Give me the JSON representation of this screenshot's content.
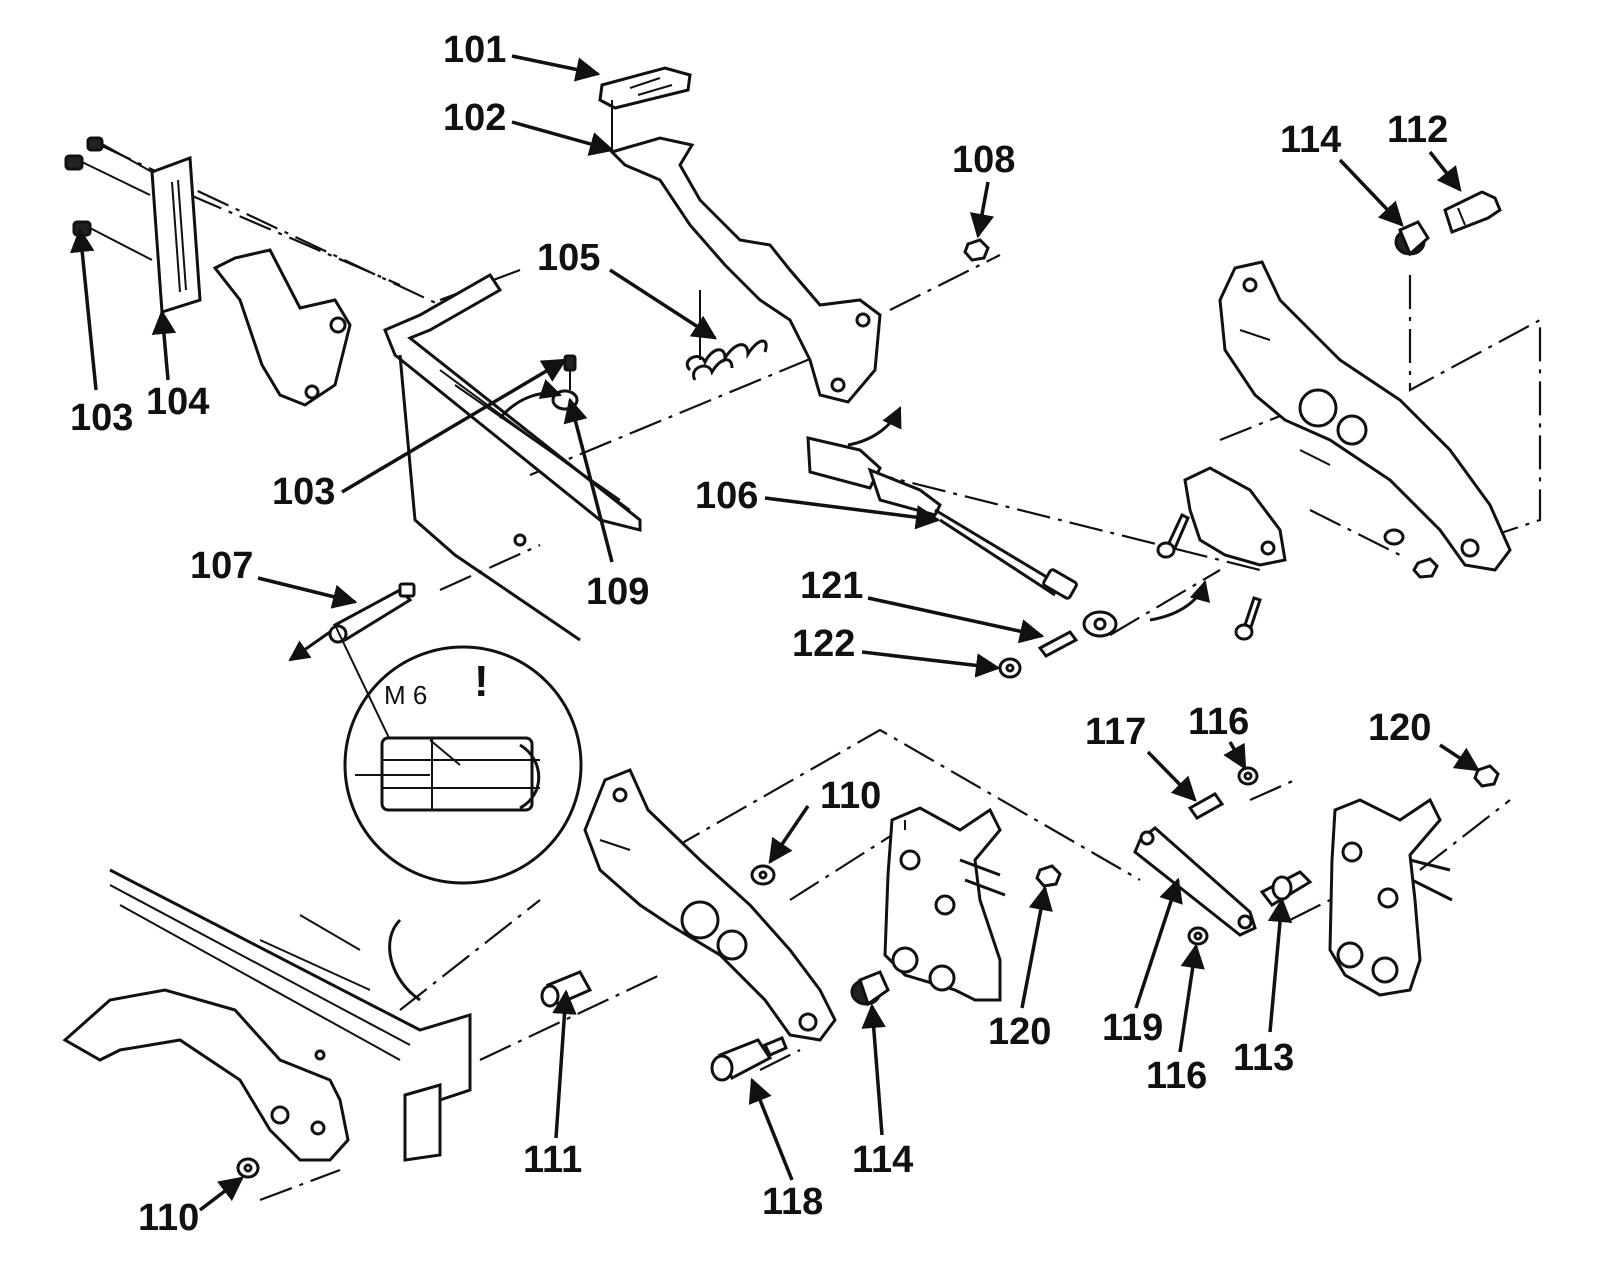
{
  "callouts": {
    "c101": "101",
    "c102": "102",
    "c103a": "103",
    "c104": "104",
    "c103b": "103",
    "c105": "105",
    "c106": "106",
    "c107": "107",
    "c108": "108",
    "c109": "109",
    "c110a": "110",
    "c110b": "110",
    "c111": "111",
    "c112": "112",
    "c113": "113",
    "c114a": "114",
    "c114b": "114",
    "c116a": "116",
    "c116b": "116",
    "c117": "117",
    "c118": "118",
    "c119": "119",
    "c120a": "120",
    "c120b": "120",
    "c121": "121",
    "c122": "122"
  },
  "detail": {
    "thread_label": "M 6",
    "warning_mark": "!"
  },
  "colors": {
    "ink": "#111111",
    "paper": "#ffffff"
  }
}
